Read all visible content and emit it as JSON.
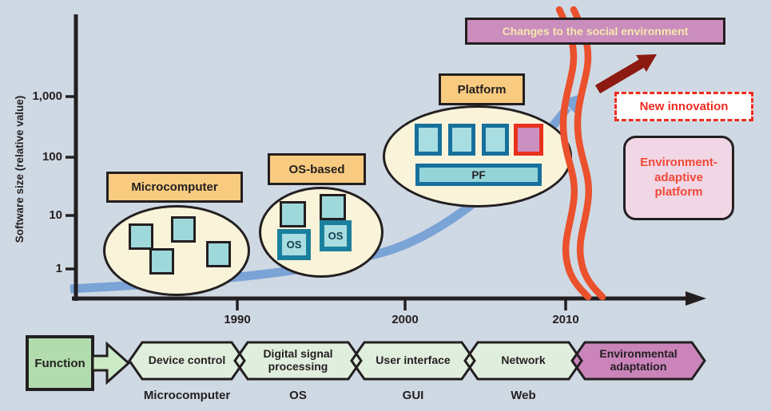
{
  "figure": {
    "y_axis_title": "Software size (relative value)",
    "y_ticks": [
      "1,000",
      "100",
      "10",
      "1"
    ],
    "x_ticks": [
      "1990",
      "2000",
      "2010"
    ]
  },
  "stages": {
    "microcomputer_label": "Microcomputer",
    "os_based_label": "OS-based",
    "os_box_label": "OS",
    "platform_label": "Platform",
    "pf_bar_label": "PF"
  },
  "annotations": {
    "social_change_label": "Changes to the social environment",
    "new_innovation_label": "New innovation",
    "env_adaptive_lines": [
      "Environment-",
      "adaptive",
      "platform"
    ]
  },
  "timeline": {
    "function_label": "Function",
    "steps": [
      {
        "label": "Device control",
        "sub": "Microcomputer"
      },
      {
        "label": "Digital signal processing",
        "sub": "OS"
      },
      {
        "label": "User interface",
        "sub": "GUI"
      },
      {
        "label": "Network",
        "sub": "Web"
      },
      {
        "label": "Environmental adaptation",
        "sub": ""
      }
    ]
  },
  "colors": {
    "background": "#cfd9e4",
    "axis": "#231f20",
    "curve_blue": "#7aa3d6",
    "wavy_red": "#ea512c",
    "dark_red_arrow": "#8c1a10",
    "ellipse_fill": "#f9f3da",
    "stage_label_fill": "#f9cb80",
    "module_teal": "#9fd8da",
    "os_border_teal": "#1b7f9e",
    "platform_border_blue": "#17709c",
    "pink_module": "#cb8fc1",
    "red_border": "#e8311c",
    "banner_fill": "#ca8dbd",
    "banner_text": "#f6e8ae",
    "innovation_red": "#ed2b1f",
    "env_box_fill": "#f1d6e5",
    "function_green": "#b2dcae",
    "chevron_green": "#e0eedd",
    "chevron_pink": "#ca84ba"
  }
}
